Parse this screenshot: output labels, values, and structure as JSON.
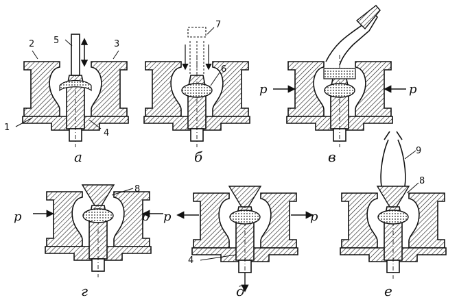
{
  "panels": [
    {
      "letter": "а",
      "numbers": [
        "1",
        "2",
        "3",
        "4",
        "5"
      ]
    },
    {
      "letter": "б",
      "numbers": [
        "6",
        "7"
      ]
    },
    {
      "letter": "в",
      "numbers": [],
      "force_left": "p",
      "force_right": "p"
    },
    {
      "letter": "г",
      "numbers": [
        "8"
      ],
      "force_left": "p",
      "force_right": "p"
    },
    {
      "letter": "д",
      "numbers": [
        "4"
      ],
      "force_left": "p",
      "force_right": "p"
    },
    {
      "letter": "е",
      "numbers": [
        "8",
        "9"
      ]
    }
  ],
  "colors": {
    "ink": "#111111",
    "hatch": "#222222",
    "background": "#ffffff"
  }
}
